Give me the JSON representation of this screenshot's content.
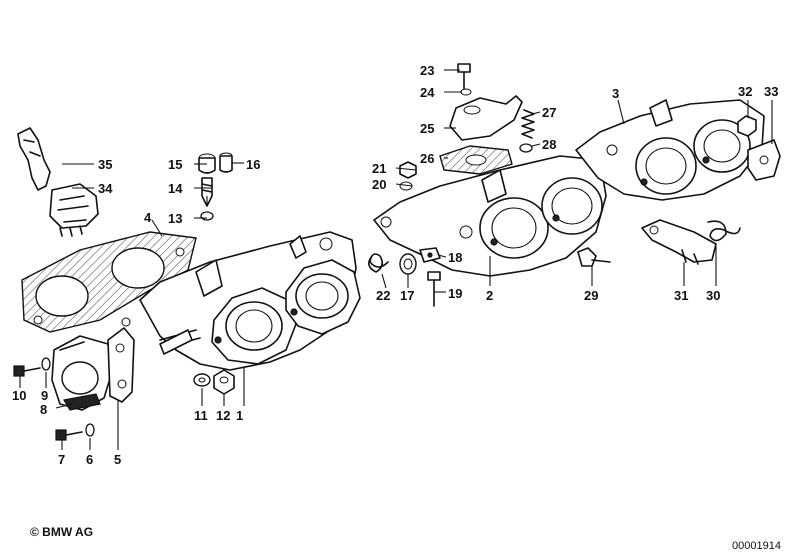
{
  "footer": {
    "copyright": "© BMW AG",
    "drawing_number": "00001914"
  },
  "callouts": [
    {
      "id": "1",
      "label": "1"
    },
    {
      "id": "2",
      "label": "2"
    },
    {
      "id": "3",
      "label": "3"
    },
    {
      "id": "4",
      "label": "4"
    },
    {
      "id": "5",
      "label": "5"
    },
    {
      "id": "6",
      "label": "6"
    },
    {
      "id": "7",
      "label": "7"
    },
    {
      "id": "8",
      "label": "8"
    },
    {
      "id": "9",
      "label": "9"
    },
    {
      "id": "10",
      "label": "10"
    },
    {
      "id": "11",
      "label": "11"
    },
    {
      "id": "12",
      "label": "12"
    },
    {
      "id": "13",
      "label": "13"
    },
    {
      "id": "14",
      "label": "14"
    },
    {
      "id": "15",
      "label": "15"
    },
    {
      "id": "16",
      "label": "16"
    },
    {
      "id": "17",
      "label": "17"
    },
    {
      "id": "18",
      "label": "18"
    },
    {
      "id": "19",
      "label": "19"
    },
    {
      "id": "20",
      "label": "20"
    },
    {
      "id": "21",
      "label": "21"
    },
    {
      "id": "22",
      "label": "22"
    },
    {
      "id": "23",
      "label": "23"
    },
    {
      "id": "24",
      "label": "24"
    },
    {
      "id": "25",
      "label": "25"
    },
    {
      "id": "26",
      "label": "26"
    },
    {
      "id": "27",
      "label": "27"
    },
    {
      "id": "28",
      "label": "28"
    },
    {
      "id": "29",
      "label": "29"
    },
    {
      "id": "30",
      "label": "30"
    },
    {
      "id": "31",
      "label": "31"
    },
    {
      "id": "32",
      "label": "32"
    },
    {
      "id": "33",
      "label": "33"
    },
    {
      "id": "34",
      "label": "34"
    },
    {
      "id": "35",
      "label": "35"
    }
  ]
}
